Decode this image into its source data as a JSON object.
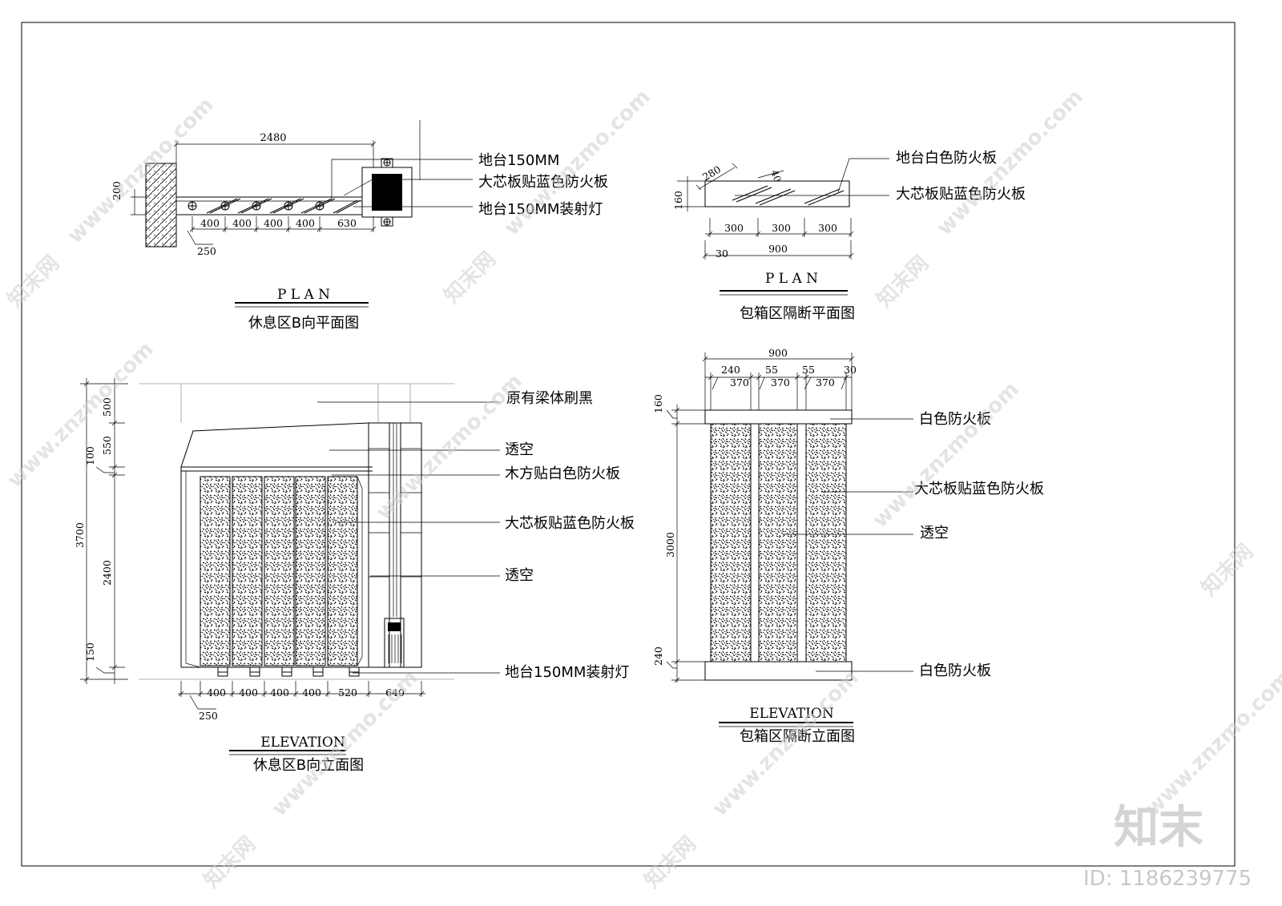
{
  "watermark": {
    "site": "www.znzmo.com",
    "brand_cn": "知末网",
    "logo": "知末",
    "id_label": "ID: 1186239775"
  },
  "drawing1": {
    "plan_label": "P L A N",
    "title": "休息区B向平面图",
    "callouts": [
      "地台150MM",
      "大芯板贴蓝色防火板",
      "地台150MM装射灯"
    ],
    "dims": {
      "overall": "2480",
      "side": "200",
      "offset": "250",
      "bays": [
        "400",
        "400",
        "400",
        "400",
        "630"
      ]
    }
  },
  "drawing2": {
    "plan_label": "P L A N",
    "title": "包箱区隔断平面图",
    "callouts": [
      "地台白色防火板",
      "大芯板贴蓝色防火板"
    ],
    "dims": {
      "diag1": "280",
      "diag2": "40",
      "height": "160",
      "bays": [
        "300",
        "300",
        "300"
      ],
      "total": "900",
      "edge": "30"
    }
  },
  "drawing3": {
    "elev_label": "ELEVATION",
    "title": "休息区B向立面图",
    "callouts": [
      "原有梁体刷黑",
      "透空",
      "木方贴白色防火板",
      "大芯板贴蓝色防火板",
      "透空",
      "地台150MM装射灯"
    ],
    "dims": {
      "overall": "3700",
      "v": [
        "500",
        "550",
        "100",
        "2400",
        "150"
      ],
      "bays": [
        "400",
        "400",
        "400",
        "400",
        "520",
        "640"
      ],
      "offset": "250"
    }
  },
  "drawing4": {
    "elev_label": "ELEVATION",
    "title": "包箱区隔断立面图",
    "callouts": [
      "白色防火板",
      "大芯板贴蓝色防火板",
      "透空",
      "白色防火板"
    ],
    "dims": {
      "total": "900",
      "top_a": [
        "240",
        "55",
        "55",
        "30"
      ],
      "top_b": [
        "370",
        "370",
        "370"
      ],
      "v": [
        "160",
        "3000",
        "240"
      ]
    }
  }
}
